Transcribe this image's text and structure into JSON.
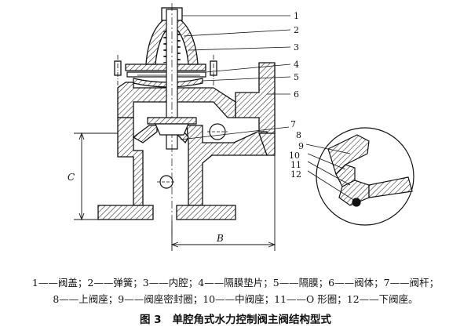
{
  "callouts": [
    "1",
    "2",
    "3",
    "4",
    "5",
    "6",
    "7",
    "8",
    "9",
    "10",
    "11",
    "12"
  ],
  "dimensions": {
    "height_label": "C",
    "width_label": "B"
  },
  "legend": {
    "line1": "1——阀盖；2——弹簧；3——内腔；4——隔膜垫片；5——隔膜；6——阀体；7——阀杆；",
    "line2": "8——上阀座；9——阀座密封圈；10——中阀座；11——O 形圈；12——下阀座。"
  },
  "caption": {
    "figure_number": "图 3",
    "title": "单腔角式水力控制阀主阀结构型式"
  }
}
